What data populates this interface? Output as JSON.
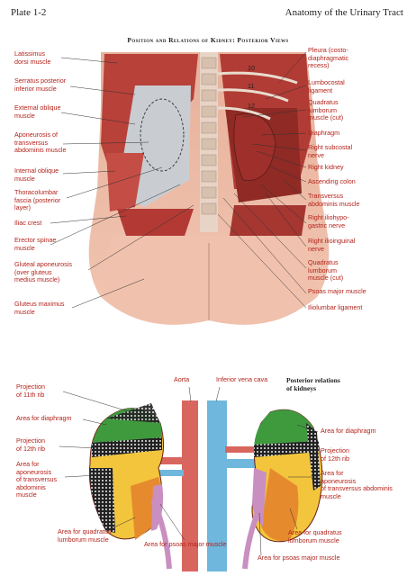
{
  "header": {
    "plate": "Plate 1-2",
    "book": "Anatomy of the Urinary Tract"
  },
  "title": "Position and Relations of Kidney: Posterior Views",
  "top_labels_left": [
    "Latissimus\ndorsi muscle",
    "Serratus posterior\ninferior muscle",
    "External oblique\nmuscle",
    "Aponeurosis of\ntransversus\nabdominis muscle",
    "Internal oblique\nmuscle",
    "Thoracolumbar\nfascia (posterior\nlayer)",
    "Iliac crest",
    "Erector spinae\nmuscle",
    "Gluteal aponeurosis\n(over gluteus\nmedius muscle)",
    "Gluteus maximus\nmuscle"
  ],
  "top_labels_right": [
    "Pleura (costo-\ndiaphragmatic\nrecess)",
    "Lumbocostal\nligament",
    "Quadratus\nlumborum\nmuscle (cut)",
    "Diaphragm",
    "Right subcostal\nnerve",
    "Right kidney",
    "Ascending colon",
    "Transversus\nabdominis muscle",
    "Right iliohypo-\ngastric nerve",
    "Right ilioinguinal\nnerve",
    "Quadratus\nlumborum\nmuscle (cut)",
    "Psoas major muscle",
    "Iliolumbar ligament"
  ],
  "rib_numbers": [
    "10",
    "11",
    "12"
  ],
  "bottom": {
    "heading": "Posterior relations\nof kidneys",
    "aorta": "Aorta",
    "ivc": "Inferior vena cava",
    "left_labels": [
      "Projection\nof 11th rib",
      "Area for diaphragm",
      "Projection\nof 12th rib",
      "Area for\naponeurosis\nof transversus\nabdominis\nmuscle"
    ],
    "right_labels": [
      "Area for diaphragm",
      "Projection\nof 12th rib",
      "Area for\naponeurosis\nof transversus abdominis muscle"
    ],
    "bottom_labels": [
      "Area for quadratus\nlumborum muscle",
      "Area for psoas major muscle",
      "Area for quadratus\nlumborum muscle",
      "Area for psoas major muscle"
    ]
  },
  "colors": {
    "muscle": "#c0453e",
    "muscle_dark": "#8f2a25",
    "skin": "#e9b59c",
    "fascia": "#c9cfd4",
    "aorta": "#d9665e",
    "ivc": "#6fb7dc",
    "diaphragm_area": "#3f9a3e",
    "aponeurosis_area": "#f2c53c",
    "quadratus_area": "#e68a2e",
    "psoas_area": "#c98fc1",
    "kidney_edge": "#6a1f1a"
  }
}
